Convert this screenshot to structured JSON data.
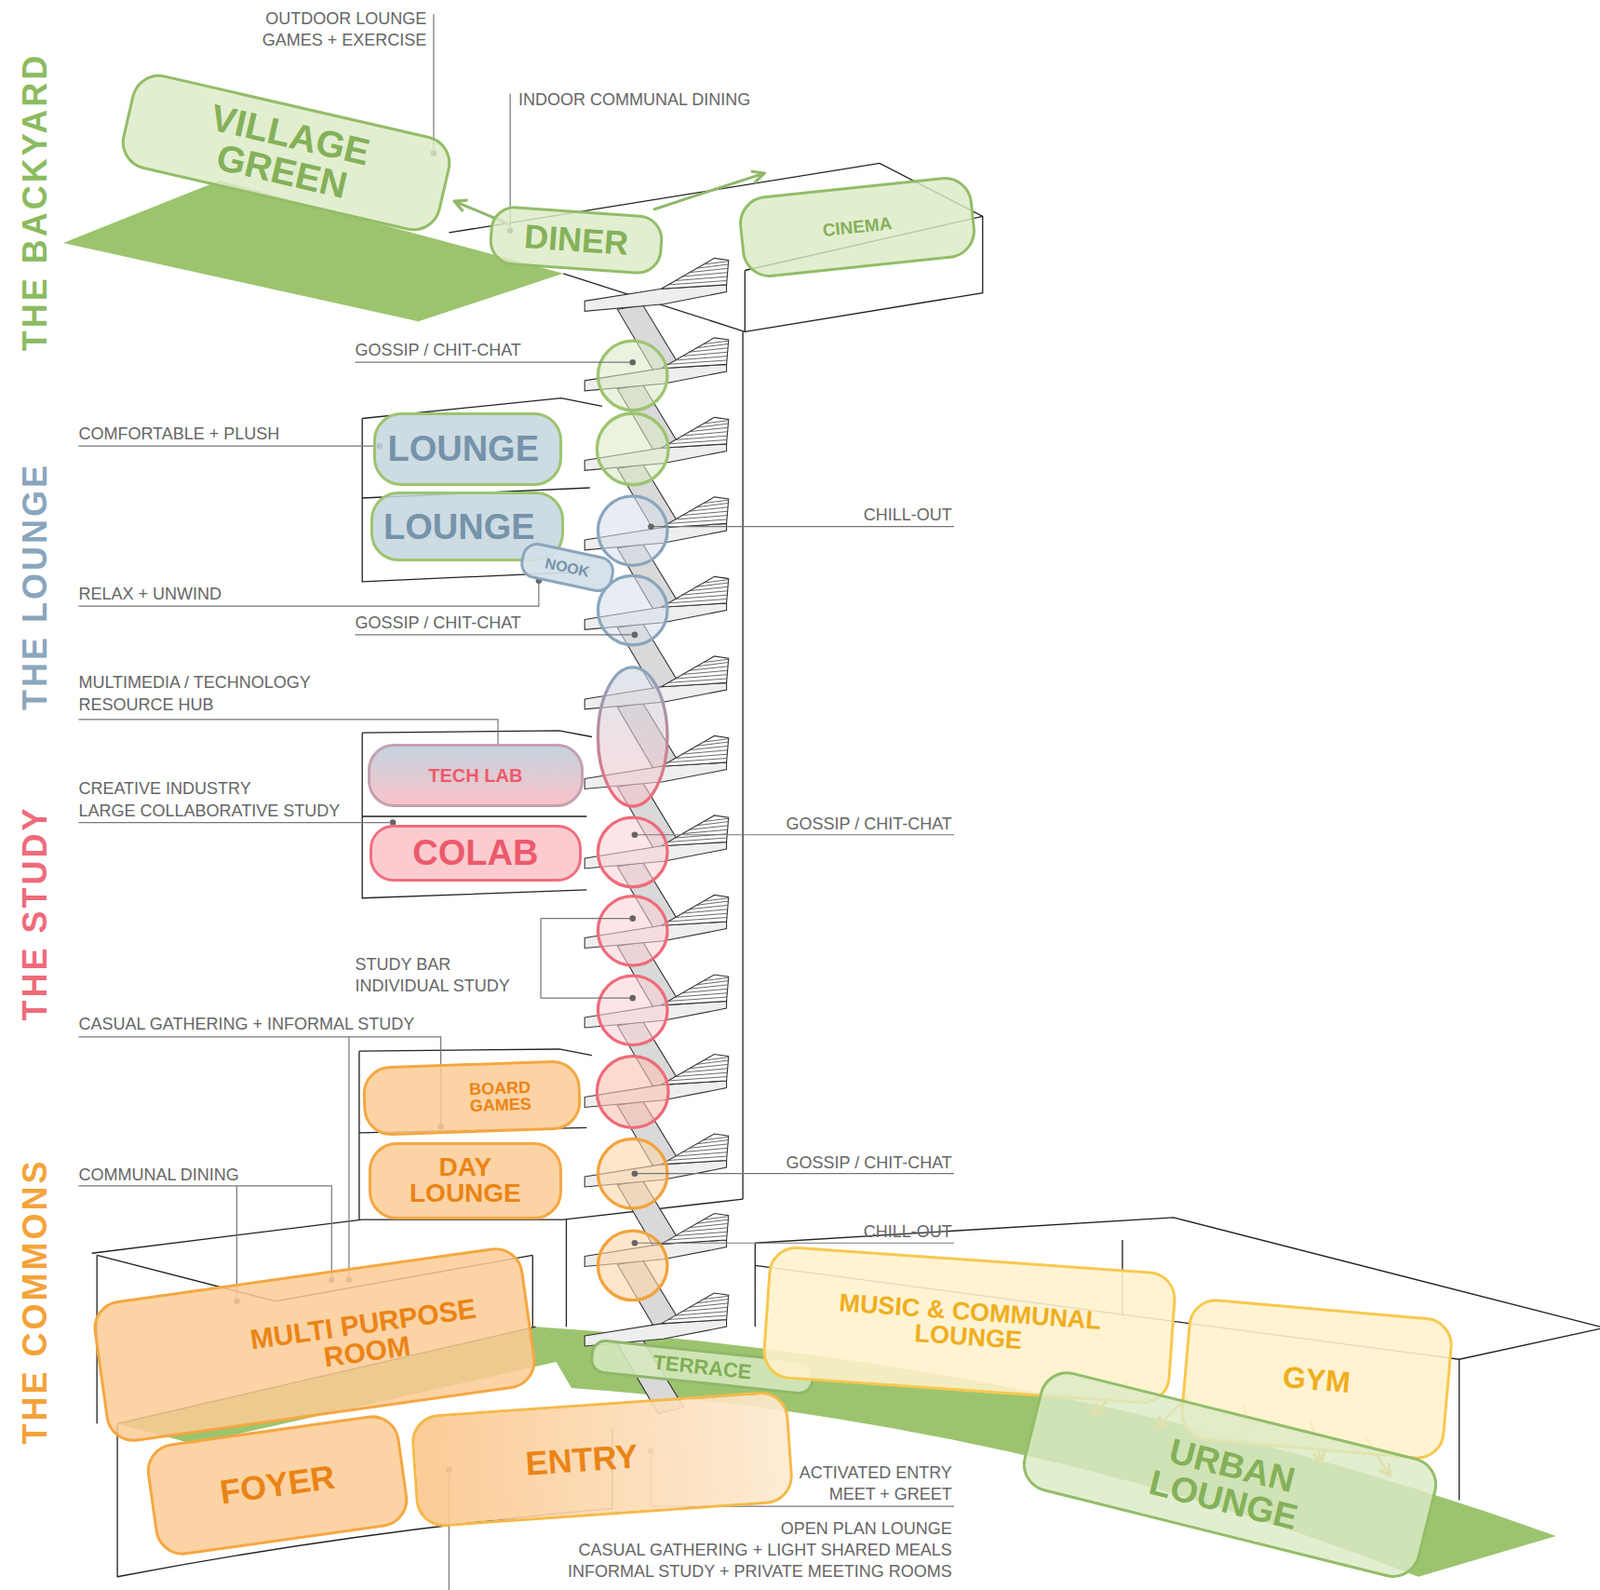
{
  "diagram": {
    "nodes": [
      {
        "text": [
          "VILLAGE GREEN"
        ]
      },
      {
        "text": [
          "DINER"
        ]
      },
      {
        "text": [
          "CINEMA"
        ]
      },
      {
        "text": [
          "LOUNGE"
        ]
      },
      {
        "text": [
          "LOUNGE"
        ]
      },
      {
        "text": [
          "NOOK"
        ]
      },
      {
        "text": [
          "TECH LAB"
        ]
      },
      {
        "text": [
          "COLAB"
        ]
      },
      {
        "text": [
          "BOARD GAMES"
        ]
      },
      {
        "text": [
          "DAY LOUNGE"
        ]
      },
      {
        "text": [
          "MULTI PURPOSE ROOM"
        ]
      },
      {
        "text": [
          "TERRACE"
        ]
      },
      {
        "text": [
          "MUSIC & COMMUNAL LOUNGE"
        ]
      },
      {
        "text": [
          "GYM"
        ]
      },
      {
        "text": [
          "URBAN LOUNGE"
        ]
      },
      {
        "text": [
          "FOYER"
        ]
      },
      {
        "text": [
          "ENTRY"
        ]
      }
    ],
    "edges": [
      {
        "from": 1,
        "to": 0,
        "arrow": "to"
      },
      {
        "from": 1,
        "to": 2,
        "arrow": "to"
      },
      {
        "from": 12,
        "to": 14,
        "arrow": "to"
      },
      {
        "from": 13,
        "to": 14,
        "arrow": "to"
      },
      {
        "from": 13,
        "to": 14,
        "arrow": "to"
      },
      {
        "from": 13,
        "to": 14,
        "arrow": "to"
      },
      {
        "from": 13,
        "to": 14,
        "arrow": "to"
      }
    ],
    "labels": [
      "THE BACKYARD",
      "THE LOUNGE",
      "THE STUDY",
      "THE COMMONS",
      "OUTDOOR LOUNGE GAMES + EXERCISE",
      "INDOOR COMMUNAL DINING",
      "GOSSIP / CHIT-CHAT",
      "COMFORTABLE + PLUSH",
      "CHILL-OUT",
      "RELAX + UNWIND",
      "GOSSIP / CHIT-CHAT",
      "MULTIMEDIA / TECHNOLOGY RESOURCE HUB",
      "CREATIVE INDUSTRY",
      "LARGE COLLABORATIVE STUDY",
      "GOSSIP / CHIT-CHAT",
      "STUDY BAR INDIVIDUAL STUDY",
      "CASUAL GATHERING + INFORMAL STUDY",
      "COMMUNAL DINING",
      "GOSSIP / CHIT-CHAT",
      "CHILL-OUT",
      "ACTIVATED ENTRY MEET + GREET",
      "OPEN PLAN LOUNGE",
      "CASUAL GATHERING + LIGHT SHARED MEALS",
      "INFORMAL STUDY + PRIVATE MEETING ROOMS"
    ]
  }
}
